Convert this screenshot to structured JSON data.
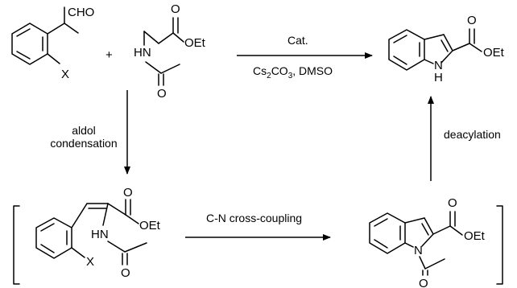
{
  "reactant1": {
    "aldehyde": "CHO",
    "halogen": "X"
  },
  "plus": "+",
  "reactant2": {
    "oxygen_top": "O",
    "ester": "OEt",
    "amide_n": "HN",
    "oxygen_bottom": "O"
  },
  "top_arrow": {
    "above": "Cat.",
    "below_cs": "Cs",
    "below_sub1": "2",
    "below_co": "CO",
    "below_sub2": "3",
    "below_rest": ", DMSO"
  },
  "product": {
    "oxygen": "O",
    "ester": "OEt",
    "n": "N",
    "h": "H"
  },
  "left_arrow": {
    "line1": "aldol",
    "line2": "condensation"
  },
  "right_arrow": {
    "label": "deacylation"
  },
  "intermediate1": {
    "oxygen_top": "O",
    "ester": "OEt",
    "amide_n": "HN",
    "halogen": "X",
    "oxygen_bottom": "O"
  },
  "bottom_arrow": {
    "label": "C-N cross-coupling"
  },
  "intermediate2": {
    "oxygen": "O",
    "ester": "OEt",
    "n": "N",
    "oxygen_bottom": "O"
  }
}
